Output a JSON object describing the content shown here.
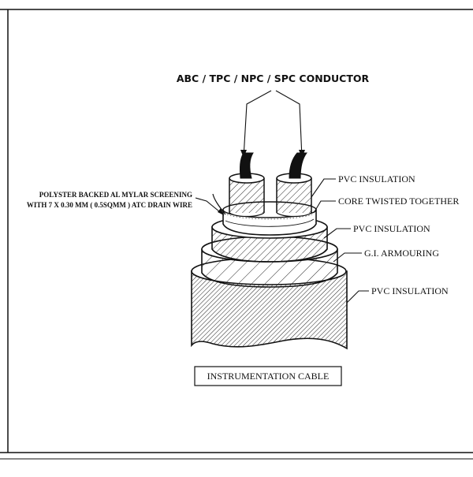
{
  "labels": {
    "conductor": "ABC / TPC / NPC / SPC CONDUCTOR",
    "pvc_insulation_1": "PVC INSULATION",
    "core_twisted": "CORE TWISTED TOGETHER",
    "pvc_insulation_2": "PVC INSULATION",
    "gi_armouring": "G.I. ARMOURING",
    "pvc_insulation_3": "PVC INSULATION",
    "screening_line1": "POLYSTER BACKED AL MYLAR SCREENING",
    "screening_line2": "WITH 7 X 0.30 MM ( 0.5SQMM ) ATC DRAIN WIRE"
  },
  "caption": "INSTRUMENTATION CABLE",
  "colors": {
    "line": "#111111",
    "background": "#ffffff"
  }
}
